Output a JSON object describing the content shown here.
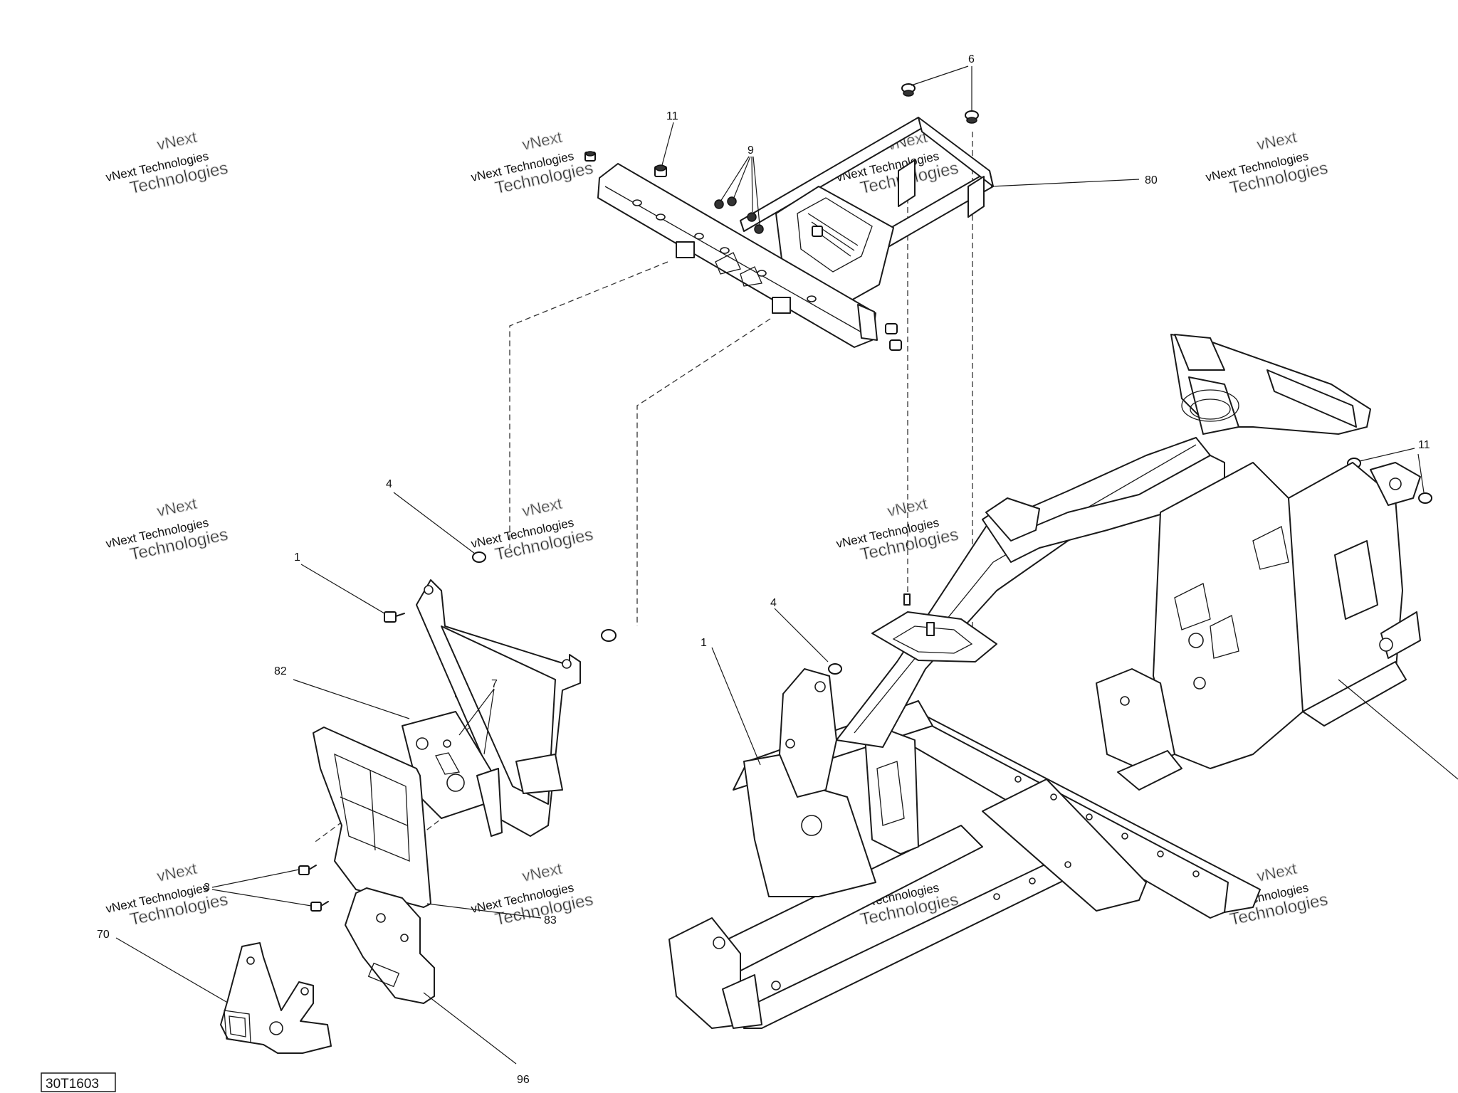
{
  "drawing": {
    "reference": "30T1603",
    "watermark": {
      "line1": "vNext Technologies",
      "line2": "Technologies",
      "line0": "vNext"
    },
    "callouts": {
      "c1a": "1",
      "c1b": "1",
      "c3": "3",
      "c4a": "4",
      "c4b": "4",
      "c6": "6",
      "c7": "7",
      "c9": "9",
      "c11a": "11",
      "c11b": "11",
      "c70": "70",
      "c80": "80",
      "c82": "82",
      "c83": "83",
      "c96": "96"
    }
  }
}
